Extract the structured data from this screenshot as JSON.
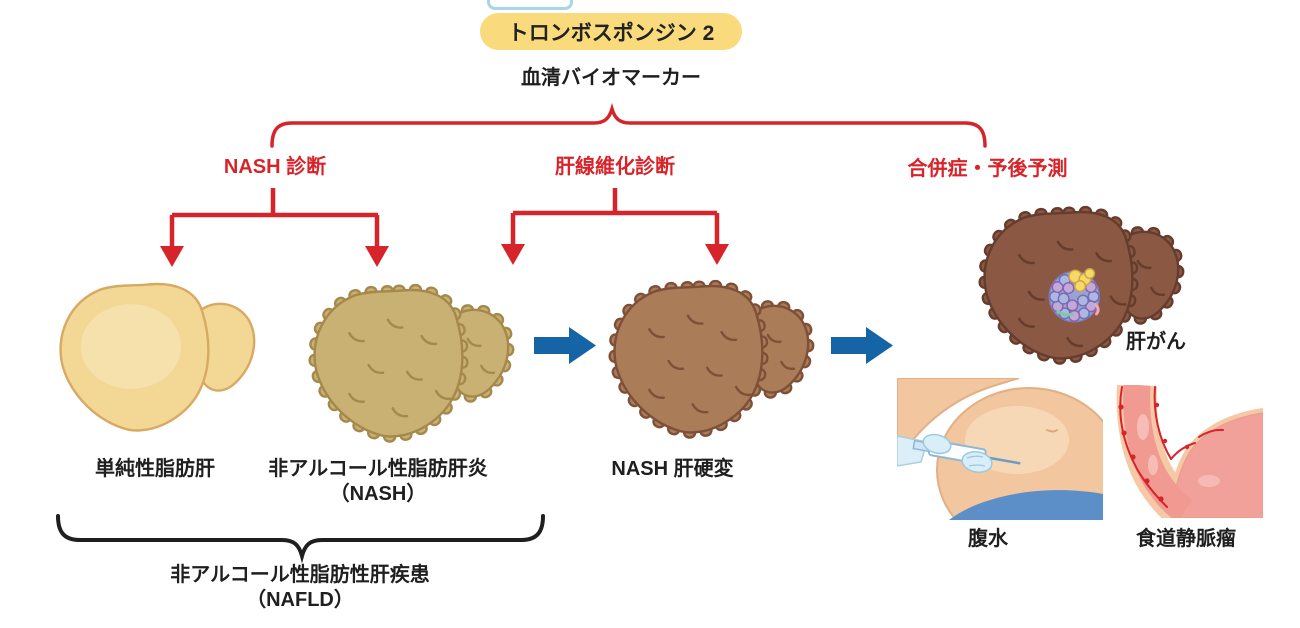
{
  "colors": {
    "accent_red": "#D7242B",
    "arrow_blue": "#1464A6",
    "badge_yellow": "#F9DB7E",
    "text_black": "#1F1F1F",
    "clipped_box_blue": "#A9D4E9"
  },
  "header": {
    "badge_label": "トロンボスポンジン 2",
    "biomarker_label": "血清バイオマーカー"
  },
  "branches": [
    {
      "label": "NASH 診断"
    },
    {
      "label": "肝線維化診断"
    },
    {
      "label": "合併症・予後予測"
    }
  ],
  "stages": [
    {
      "label": "単純性脂肪肝"
    },
    {
      "label": "非アルコール性脂肪肝炎",
      "sublabel": "（NASH）"
    },
    {
      "label": "NASH 肝硬変"
    },
    {
      "label": "肝がん"
    }
  ],
  "nafld_group": {
    "line1": "非アルコール性脂肪性肝疾患",
    "line2": "（NAFLD）"
  },
  "complications": [
    {
      "label": "腹水"
    },
    {
      "label": "食道静脈瘤"
    }
  ],
  "icons": {
    "liver_stage1": "smooth-pale-fatty-liver",
    "liver_stage2": "bumpy-tan-nash-liver",
    "liver_stage3": "bumpy-brown-cirrhosis-liver",
    "liver_stage4": "dark-liver-with-tumor",
    "ascites": "abdomen-with-syringe",
    "varices": "esophagus-stomach-varices",
    "progression_arrow": "right-arrow",
    "branch_arrow": "down-arrow"
  }
}
